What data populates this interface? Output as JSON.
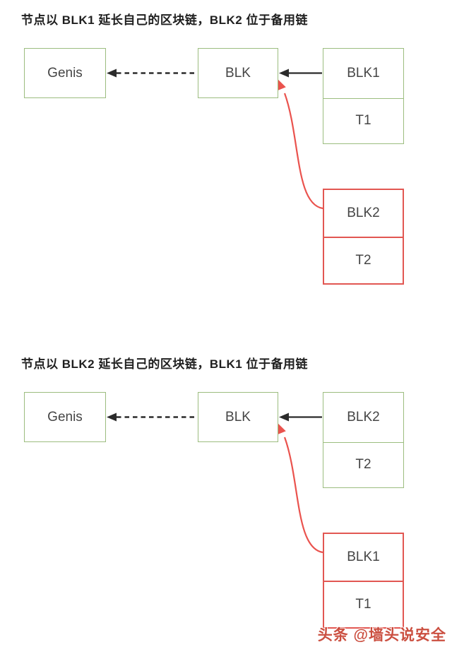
{
  "colors": {
    "green": "#9cbd7f",
    "red": "#e25752",
    "red_arrow": "#ea534e",
    "arrow_black": "#2b2b2b",
    "text": "#454545",
    "title": "#1f1f1f",
    "watermark": "#c63c2c"
  },
  "diagrams": [
    {
      "title": "节点以 BLK1 延长自己的区块链，BLK2 位于备用链",
      "genesis_label": "Genis",
      "parent_label": "BLK",
      "main_chain": {
        "block_label": "BLK1",
        "tx_label": "T1",
        "border_color": "#9cbd7f"
      },
      "alt_chain": {
        "block_label": "BLK2",
        "tx_label": "T2",
        "border_color": "#e25752"
      }
    },
    {
      "title": "节点以 BLK2 延长自己的区块链，BLK1 位于备用链",
      "genesis_label": "Genis",
      "parent_label": "BLK",
      "main_chain": {
        "block_label": "BLK2",
        "tx_label": "T2",
        "border_color": "#9cbd7f"
      },
      "alt_chain": {
        "block_label": "BLK1",
        "tx_label": "T1",
        "border_color": "#e25752"
      }
    }
  ],
  "watermark": {
    "text": "头条 @墙头说安全"
  }
}
